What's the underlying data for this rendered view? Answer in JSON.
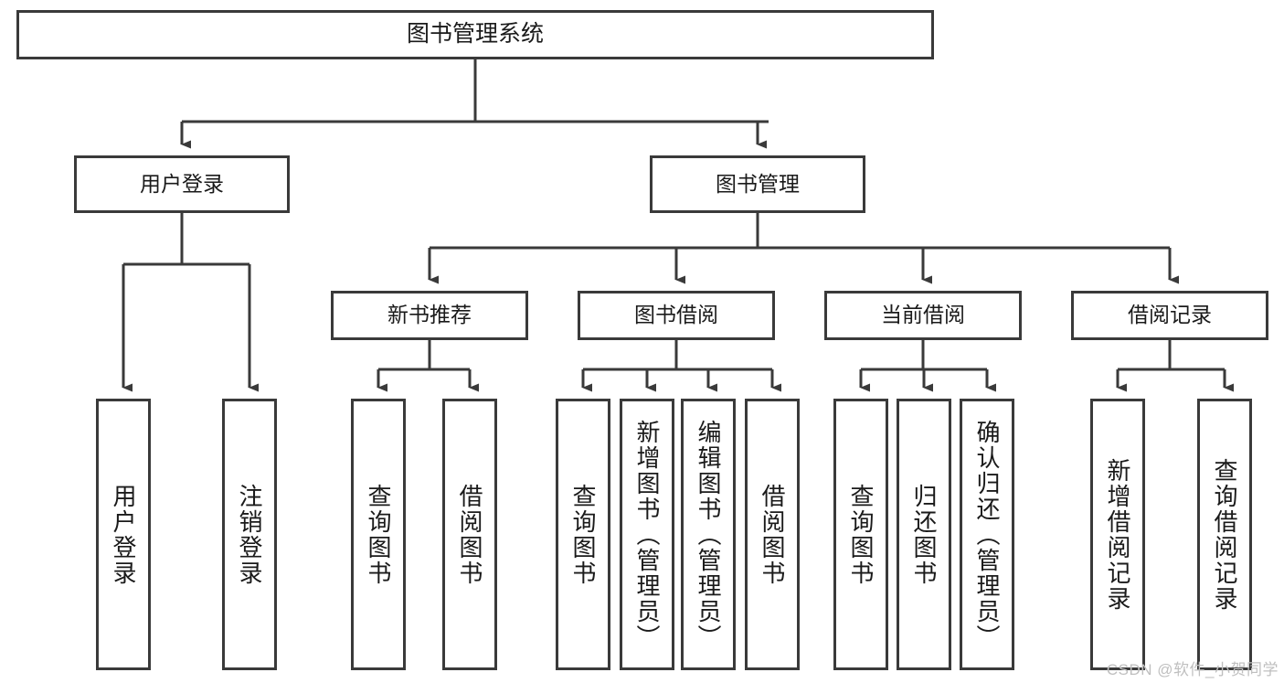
{
  "diagram": {
    "title": "图书管理系统",
    "type": "tree-hierarchy-flowchart",
    "watermark": "CSDN @软件_小贺同学",
    "colors": {
      "background": "#ffffff",
      "box_border": "#3a3a3a",
      "connector": "#3a3a3a",
      "text": "#1a1a1a",
      "watermark": "#bfbfbf"
    },
    "root": {
      "label": "图书管理系统"
    },
    "level1": [
      {
        "label": "用户登录"
      },
      {
        "label": "图书管理"
      }
    ],
    "level2": [
      {
        "label": "新书推荐"
      },
      {
        "label": "图书借阅"
      },
      {
        "label": "当前借阅"
      },
      {
        "label": "借阅记录"
      }
    ],
    "leaves": {
      "user_login": [
        {
          "label": "用户登录"
        },
        {
          "label": "注销登录"
        }
      ],
      "new_book_recommend": [
        {
          "label": "查询图书"
        },
        {
          "label": "借阅图书"
        }
      ],
      "book_borrow": [
        {
          "label": "查询图书"
        },
        {
          "label": "新增图书（管理员）"
        },
        {
          "label": "编辑图书（管理员）"
        },
        {
          "label": "借阅图书"
        }
      ],
      "current_borrow": [
        {
          "label": "查询图书"
        },
        {
          "label": "归还图书"
        },
        {
          "label": "确认归还（管理员）"
        }
      ],
      "borrow_record": [
        {
          "label": "新增借阅记录"
        },
        {
          "label": "查询借阅记录"
        }
      ]
    }
  }
}
